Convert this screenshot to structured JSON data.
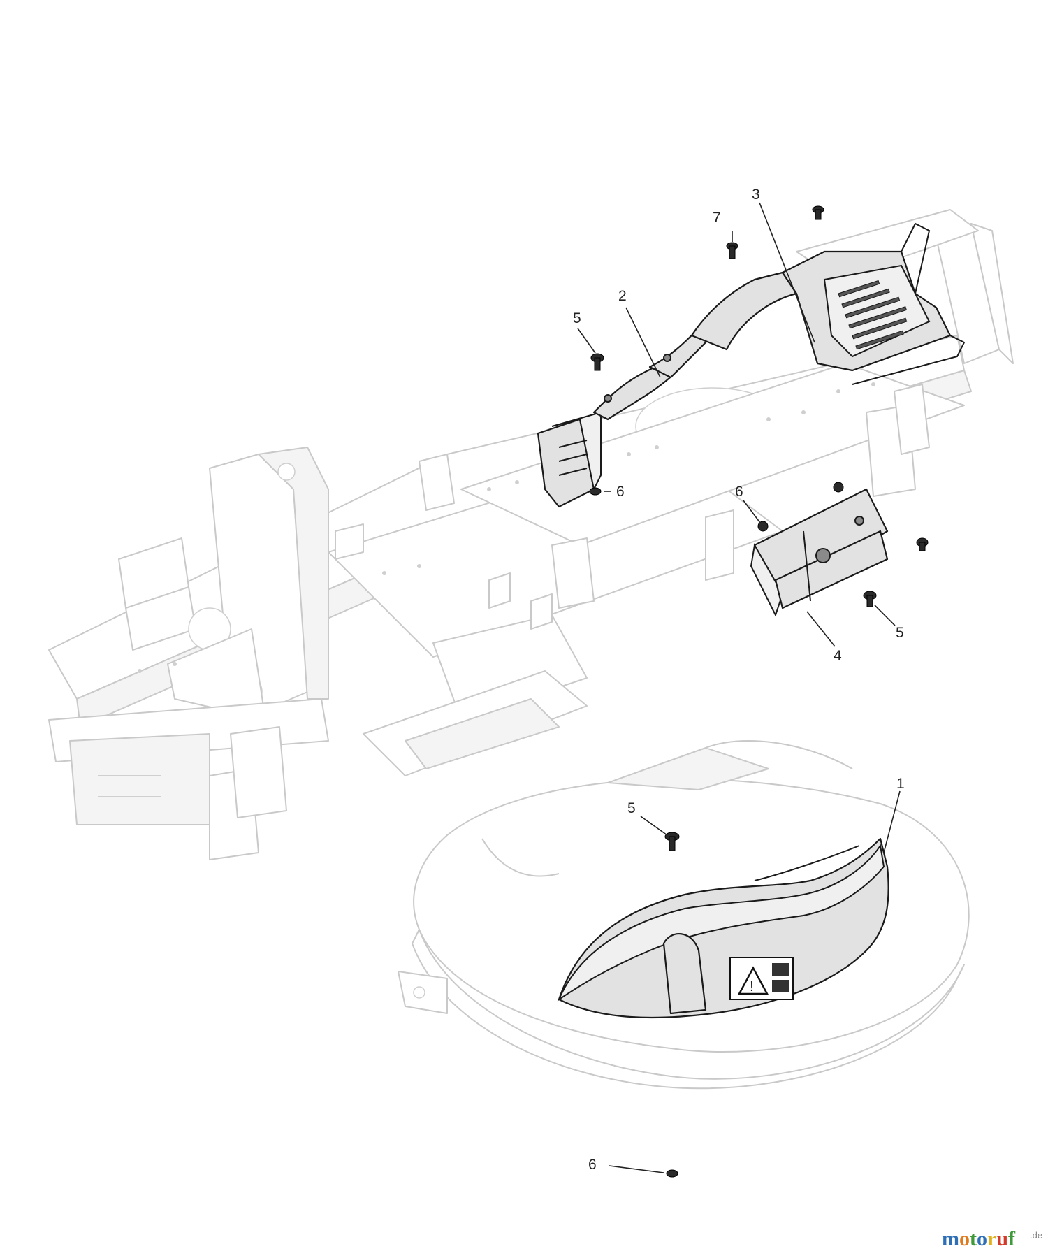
{
  "callouts": {
    "c1": "1",
    "c2": "2",
    "c3": "3",
    "c4": "4",
    "c5a": "5",
    "c5b": "5",
    "c5c": "5",
    "c6a": "6",
    "c6b": "6",
    "c6c": "6",
    "c7": "7"
  },
  "logo": {
    "parts": [
      "m",
      "o",
      "t",
      "o",
      "r",
      "u",
      "f"
    ],
    "colors": [
      "#2f6fb5",
      "#e07a1f",
      "#3f9a3a",
      "#2f6fb5",
      "#e0b21f",
      "#d33a2a",
      "#3f9a3a"
    ],
    "suffix": ".de"
  },
  "colors": {
    "part_outline": "#1a1a1a",
    "part_fill": "#e2e2e2",
    "ghost_outline": "#c9c9c9"
  }
}
